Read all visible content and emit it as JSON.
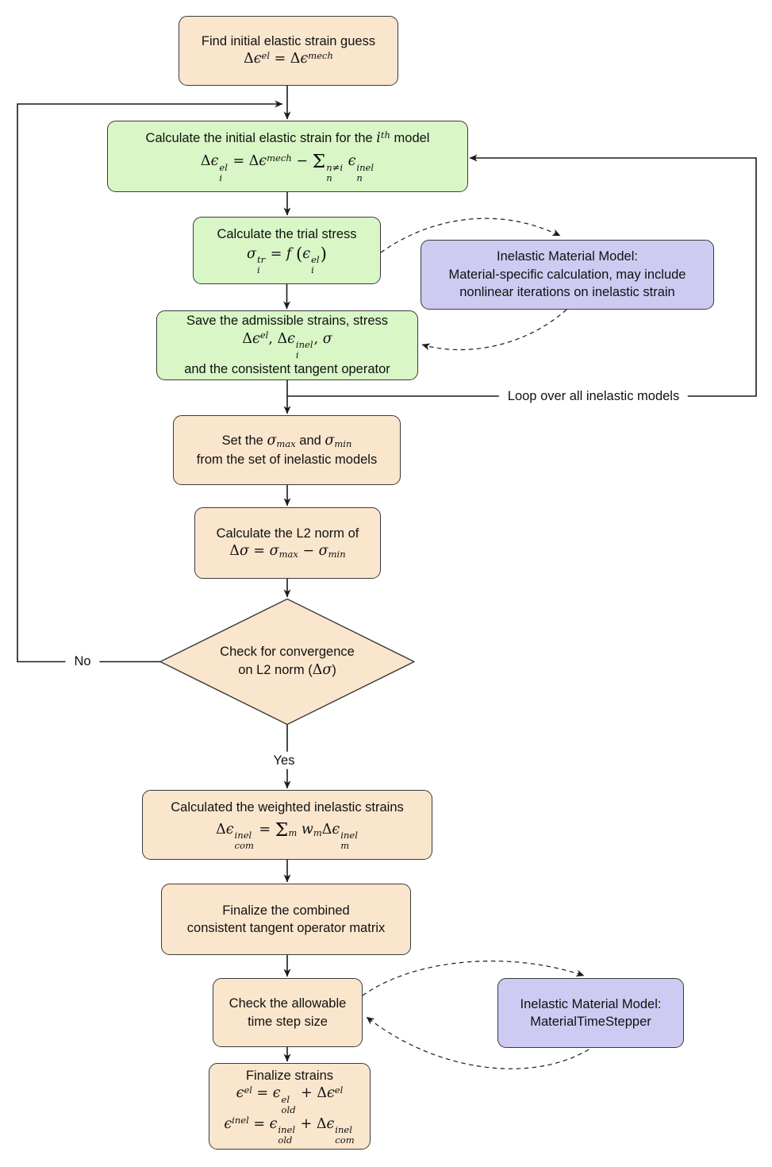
{
  "colors": {
    "tan": "#fae6cd",
    "green": "#d9f6c6",
    "purple": "#cecbf2",
    "stroke": "#1a1a1a",
    "node_border": "#3a3a3a"
  },
  "diagram": {
    "nodes": [
      {
        "id": "find-initial-guess",
        "fill": "tan",
        "lines": [
          "Find initial elastic strain guess",
          "$Δϵ^{el} = Δϵ^{mech}$"
        ]
      },
      {
        "id": "calc-initial-elastic-strain",
        "fill": "green",
        "lines": [
          "Calculate the initial elastic strain for the $i^{th}$ model",
          "$Δϵ_{i}^{el} = Δϵ^{mech} − Σ_{n}^{n≠i} ϵ_{n}^{inel}$"
        ]
      },
      {
        "id": "calc-trial-stress",
        "fill": "green",
        "lines": [
          "Calculate the trial stress",
          "$σ_{i}^{tr} = f (ϵ_{i}^{el})$"
        ]
      },
      {
        "id": "inelastic-material-model-iterations",
        "fill": "purple",
        "lines": [
          "Inelastic Material Model:",
          "Material-specific calculation, may include",
          "nonlinear iterations on inelastic strain"
        ]
      },
      {
        "id": "save-admissible-strains",
        "fill": "green",
        "lines": [
          "Save the admissible strains, stress",
          "$Δϵ^{el}, Δϵ_{i}^{inel}, σ$",
          "and the consistent tangent operator"
        ]
      },
      {
        "id": "set-sigma-max-min",
        "fill": "tan",
        "lines": [
          "Set the $σ_{max}$ and $σ_{min}$",
          "from the set of inelastic models"
        ]
      },
      {
        "id": "calc-l2-norm",
        "fill": "tan",
        "lines": [
          "Calculate the L2 norm of",
          "$Δσ = σ_{max} − σ_{min}$"
        ]
      },
      {
        "id": "check-convergence",
        "fill": "none",
        "shape": "diamond",
        "lines": [
          "Check for convergence",
          "on L2 norm ($Δσ$)"
        ]
      },
      {
        "id": "calc-weighted-inelastic-strains",
        "fill": "tan",
        "lines": [
          "Calculated the weighted inelastic strains",
          "$Δϵ_{com}^{inel} = Σ_{m} w_{m}Δϵ_{m}^{inel}$"
        ]
      },
      {
        "id": "finalize-combined-tangent",
        "fill": "tan",
        "lines": [
          "Finalize the combined",
          "consistent tangent operator matrix"
        ]
      },
      {
        "id": "check-time-step",
        "fill": "tan",
        "lines": [
          "Check the allowable",
          "time step size"
        ]
      },
      {
        "id": "inelastic-material-model-timestepper",
        "fill": "purple",
        "lines": [
          "Inelastic Material Model:",
          "MaterialTimeStepper"
        ]
      },
      {
        "id": "finalize-strains",
        "fill": "tan",
        "lines": [
          "Finalize strains",
          "$ϵ^{el} = ϵ_{old}^{el} + Δϵ^{el}$",
          "",
          "$ϵ^{inel} = ϵ_{old}^{inel} + Δϵ_{com}^{inel}$"
        ]
      }
    ],
    "edge_labels": {
      "loop": "Loop over all inelastic models",
      "no": "No",
      "yes": "Yes"
    }
  }
}
